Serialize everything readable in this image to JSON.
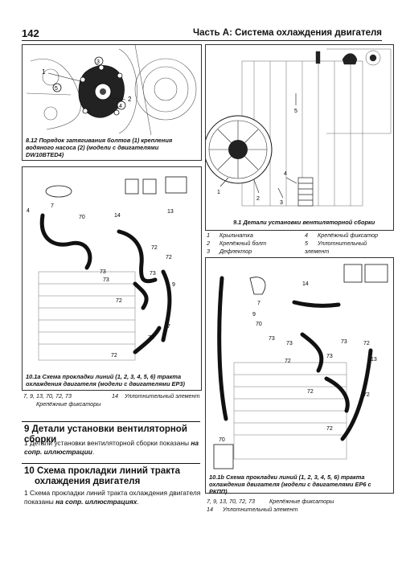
{
  "header": {
    "page_number": "142",
    "title": "Часть А: Система охлаждения двигателя"
  },
  "fig812": {
    "caption": "8.12 Порядок затягивания болтов (1) крепления водяного насоса (2) (модели с двигателями DW10BTED4)",
    "callouts": [
      "1",
      "2",
      "3",
      "4",
      "5"
    ]
  },
  "fig91": {
    "caption": "9.1 Детали установки вентиляторной сборки",
    "callouts": [
      "1",
      "2",
      "3",
      "4",
      "5"
    ],
    "legend": [
      {
        "n": "1",
        "t": "Крыльчатка"
      },
      {
        "n": "2",
        "t": "Крепёжный болт"
      },
      {
        "n": "3",
        "t": "Дефлектор"
      },
      {
        "n": "4",
        "t": "Крепёжный фиксатор"
      },
      {
        "n": "5",
        "t": "Уплотнительный элемент"
      }
    ]
  },
  "fig101a": {
    "caption": "10.1a Схема прокладки линий (1, 2, 3, 4, 5, 6) тракта охлаждения двигателя (модели с двигателями EP3)",
    "callouts": [
      "4",
      "14",
      "13",
      "7",
      "70",
      "72",
      "72",
      "73",
      "73",
      "72",
      "9",
      "73",
      "7",
      "70",
      "72"
    ],
    "legend_left": "7, 9, 13, 70, 72, 73",
    "legend_left_text": "Крепёжные фиксаторы",
    "legend_right_n": "14",
    "legend_right_t": "Уплотнительный элемент"
  },
  "fig101b": {
    "caption": "10.1b Схема прокладки линий (1, 2, 3, 4, 5, 6) тракта охлаждения двигателя (модели с двигателями EP6 с РКПП)",
    "callouts": [
      "14",
      "7",
      "9",
      "70",
      "73",
      "73",
      "72",
      "73",
      "72",
      "73",
      "13",
      "72",
      "72",
      "72",
      "70"
    ],
    "legend": [
      {
        "n": "7, 9, 13, 70, 72, 73",
        "t": "Крепёжные фиксаторы"
      },
      {
        "n": "14",
        "t": "Уплотнительный элемент"
      }
    ]
  },
  "section9": {
    "heading": "9 Детали установки вентиляторной сборки",
    "para_prefix": "1 Детали установки вентиляторной сборки показаны ",
    "para_bold": "на сопр. иллюстрации",
    "para_suffix": "."
  },
  "section10": {
    "heading_line1": "10 Схема прокладки линий тракта",
    "heading_line2": "охлаждения двигателя",
    "para_prefix": "1 Схема прокладки линий тракта охлаждения двигателя показаны ",
    "para_bold": "на сопр. иллюстрациях",
    "para_suffix": "."
  }
}
